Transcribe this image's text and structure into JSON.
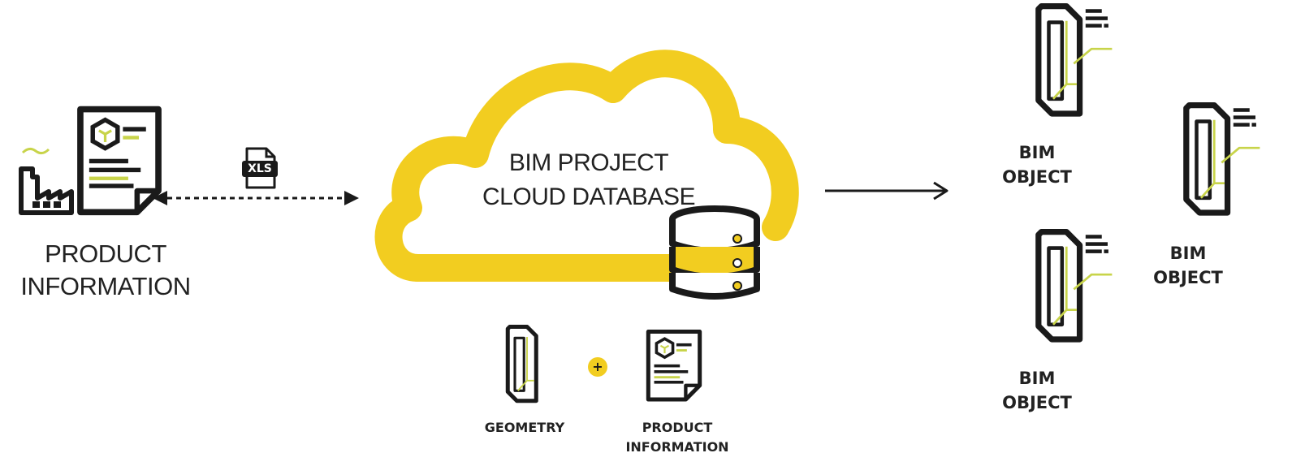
{
  "colors": {
    "accent": "#f2cd20",
    "ink": "#1a1a1a",
    "line_green": "#c8d44a"
  },
  "source": {
    "label_line1": "PRODUCT",
    "label_line2": "INFORMATION",
    "file_badge": "XLS"
  },
  "cloud": {
    "label_line1": "BIM PROJECT",
    "label_line2": "CLOUD DATABASE"
  },
  "components": {
    "geometry_label": "GEOMETRY",
    "plus_symbol": "+",
    "product_label_line1": "PRODUCT",
    "product_label_line2": "INFORMATION"
  },
  "objects": [
    {
      "line1": "BIM",
      "line2": "OBJECT"
    },
    {
      "line1": "BIM",
      "line2": "OBJECT"
    },
    {
      "line1": "BIM",
      "line2": "OBJECT"
    }
  ]
}
